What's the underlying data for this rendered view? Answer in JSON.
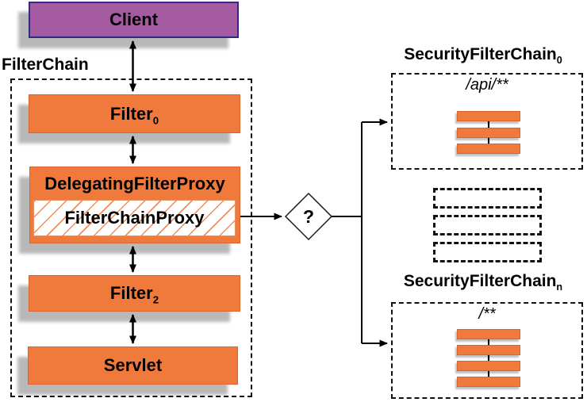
{
  "client": {
    "label": "Client"
  },
  "filter_chain": {
    "label": "FilterChain",
    "filter0": {
      "base": "Filter",
      "sub": "0"
    },
    "delegating_filter_proxy": {
      "label": "DelegatingFilterProxy"
    },
    "filter_chain_proxy": {
      "label": "FilterChainProxy"
    },
    "filter2": {
      "base": "Filter",
      "sub": "2"
    },
    "servlet": {
      "label": "Servlet"
    }
  },
  "decision": {
    "label": "?"
  },
  "security_filter_chain_0": {
    "base": "SecurityFilterChain",
    "sub": "0",
    "pattern": "/api/**",
    "bar_count": 3
  },
  "security_filter_chain_n": {
    "base": "SecurityFilterChain",
    "sub": "n",
    "pattern": "/**",
    "bar_count": 4
  },
  "placeholders": {
    "count": 3
  },
  "colors": {
    "orange_fill": "#f0793c",
    "orange_border": "#d8652f",
    "purple_fill": "#a45ba1",
    "purple_border": "#2d2b84",
    "line": "#000000",
    "shadow": "#c9c9c9"
  }
}
